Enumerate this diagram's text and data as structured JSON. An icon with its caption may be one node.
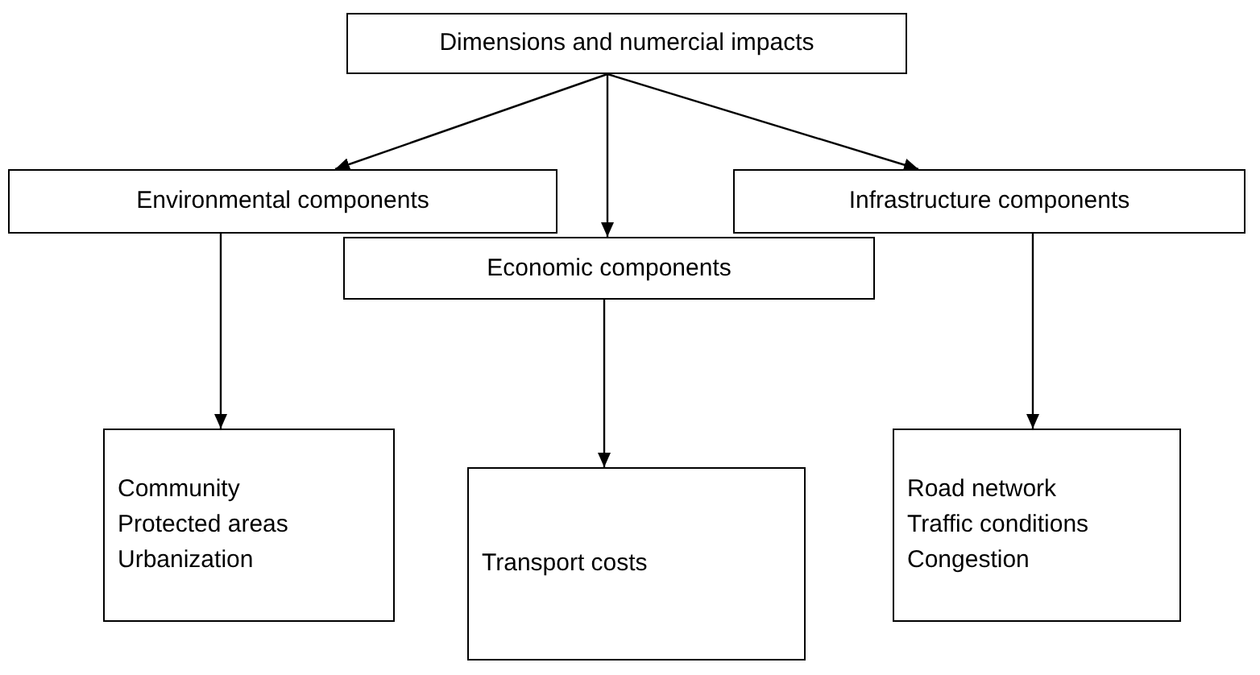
{
  "diagram": {
    "nodes": [
      {
        "text": [
          "Dimensions and numercial impacts"
        ]
      },
      {
        "text": [
          "Environmental components"
        ]
      },
      {
        "text": [
          "Economic components"
        ]
      },
      {
        "text": [
          "Infrastructure components"
        ]
      },
      {
        "text": [
          "Community",
          "Protected areas",
          "Urbanization"
        ]
      },
      {
        "text": [
          "Transport costs"
        ]
      },
      {
        "text": [
          "Road network",
          "Traffic conditions",
          "Congestion"
        ]
      }
    ],
    "edges": [
      {
        "from": 0,
        "to": 1,
        "arrow": "to"
      },
      {
        "from": 0,
        "to": 2,
        "arrow": "to"
      },
      {
        "from": 0,
        "to": 3,
        "arrow": "to"
      },
      {
        "from": 1,
        "to": 4,
        "arrow": "to"
      },
      {
        "from": 2,
        "to": 5,
        "arrow": "to"
      },
      {
        "from": 3,
        "to": 6,
        "arrow": "to"
      }
    ]
  }
}
